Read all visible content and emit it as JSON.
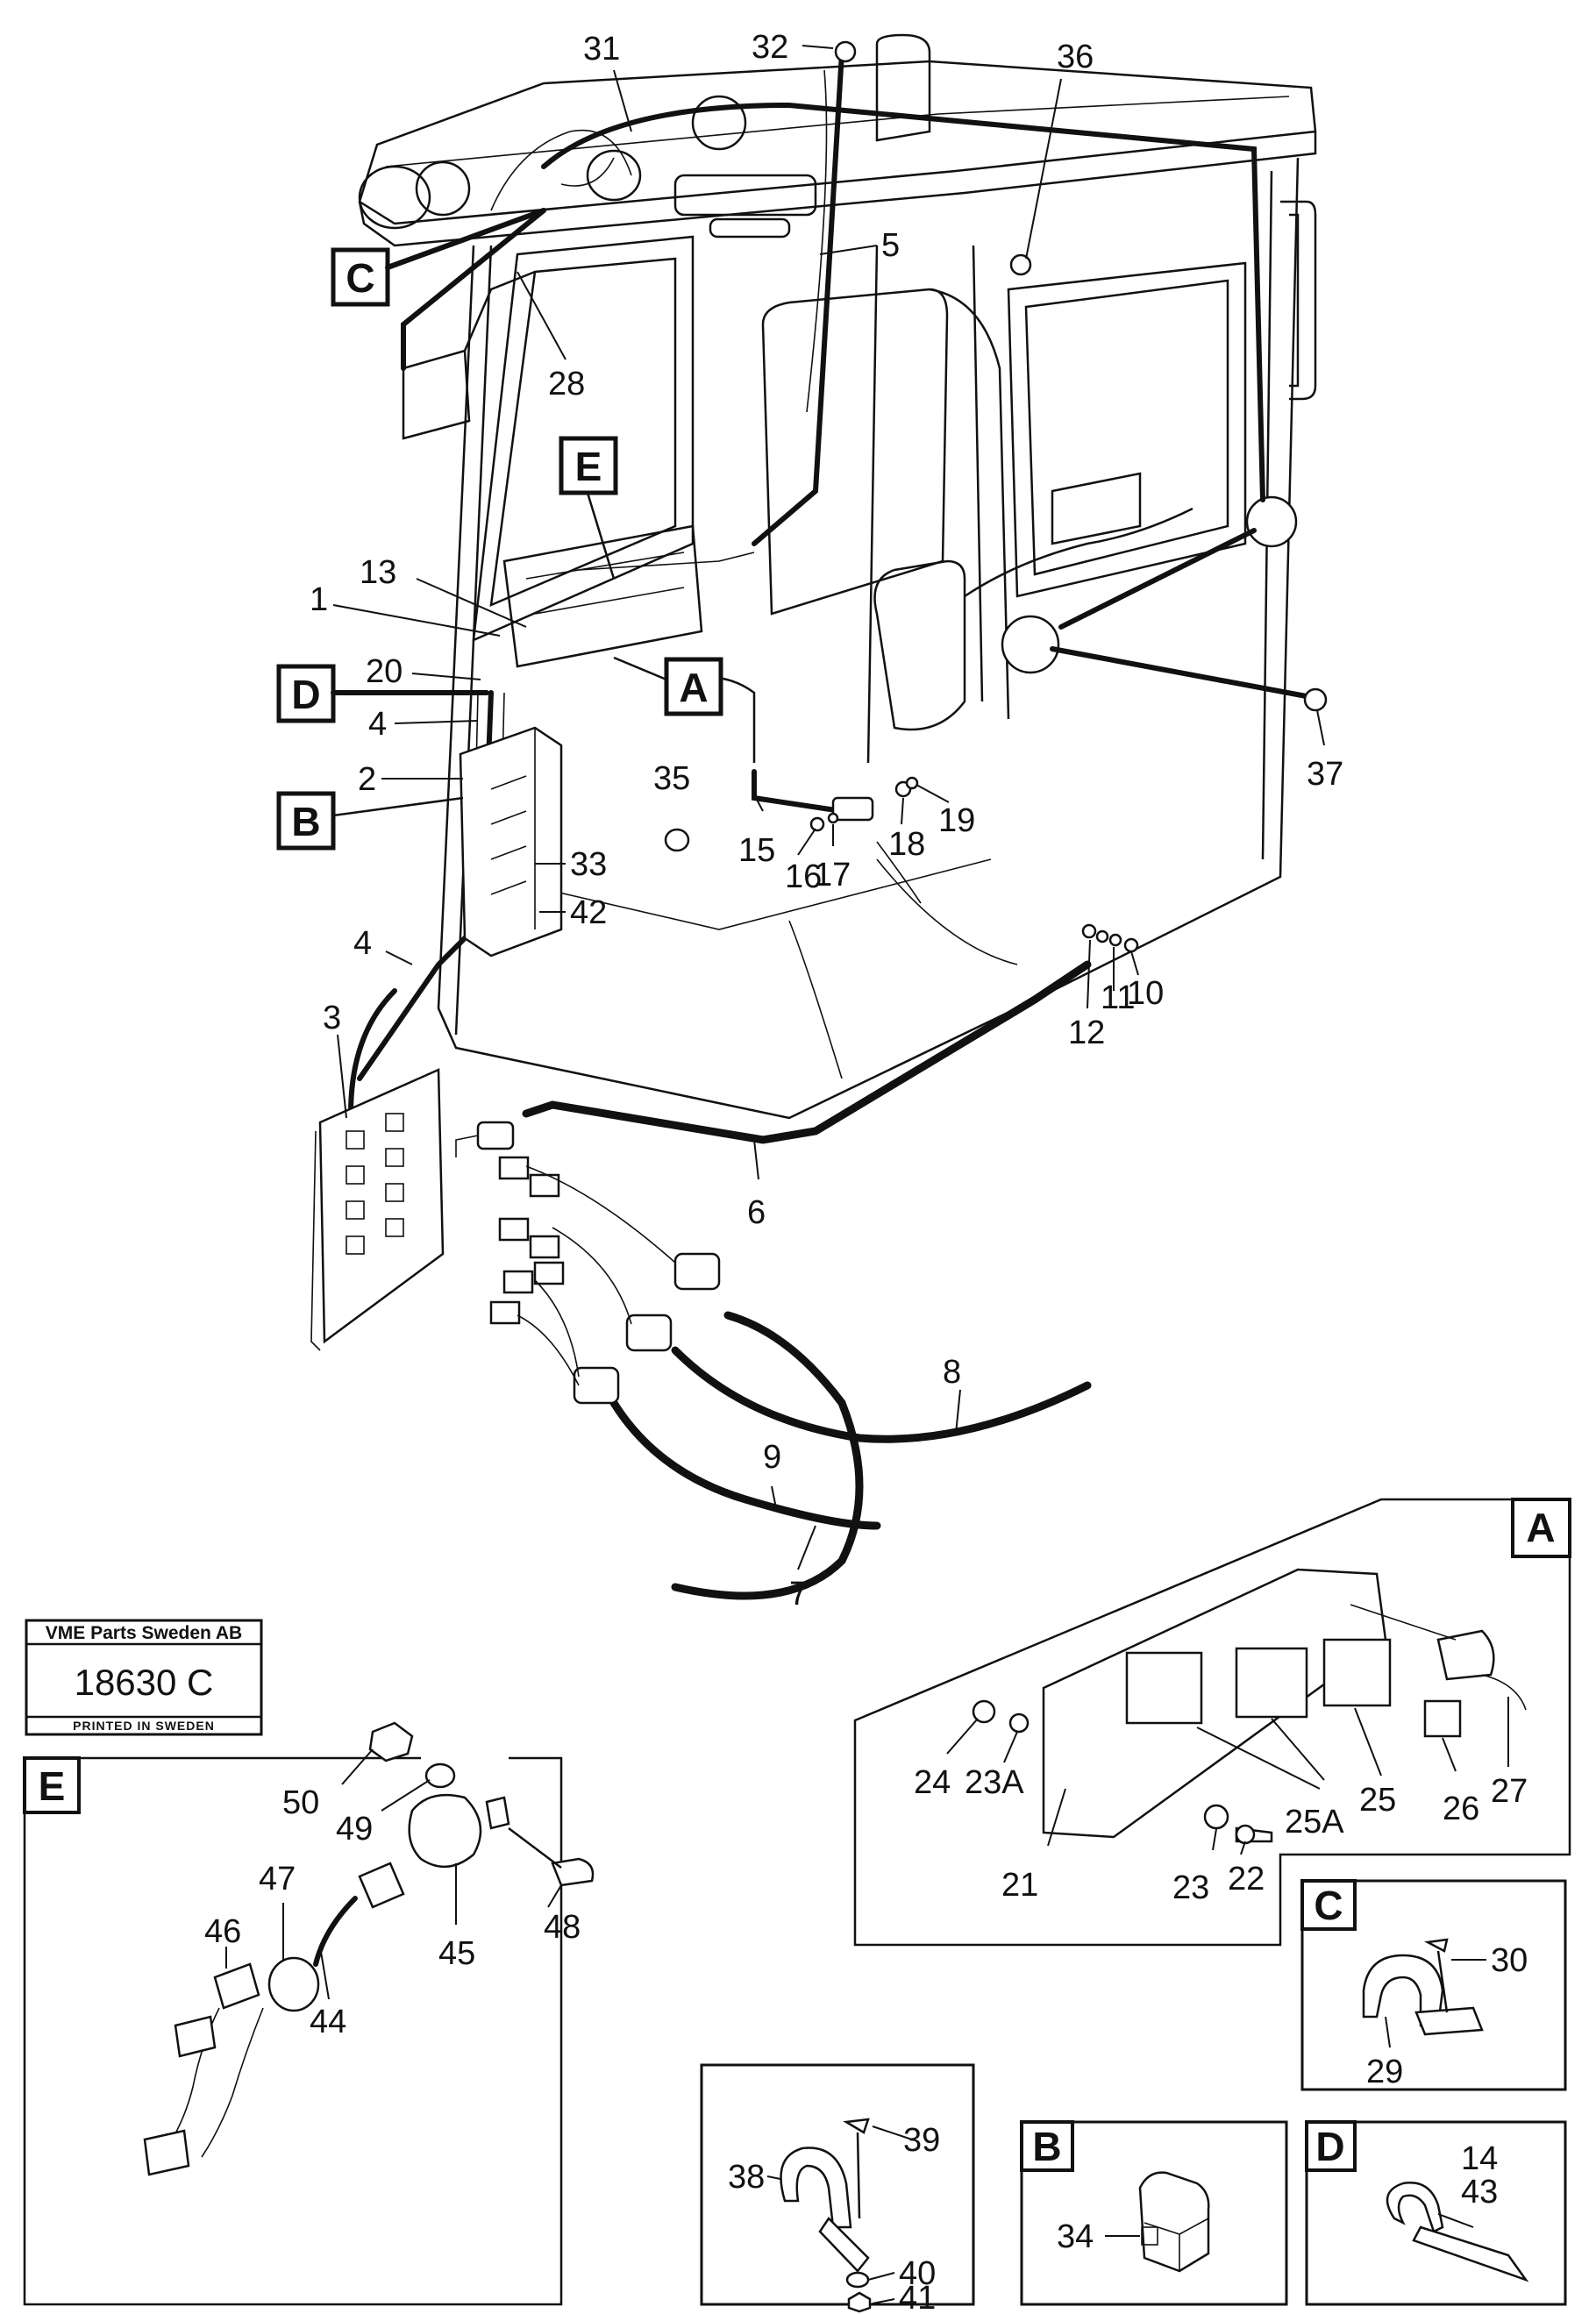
{
  "stamp": {
    "company": "VME Parts Sweden AB",
    "number": "18630 C",
    "printed": "PRINTED IN SWEDEN"
  },
  "callouts": {
    "A": "A",
    "B": "B",
    "C": "C",
    "D": "D",
    "E": "E"
  },
  "panels": {
    "A": "A",
    "B": "B",
    "C": "C",
    "D": "D",
    "E": "E"
  },
  "labels": {
    "p1": "1",
    "p2": "2",
    "p3": "3",
    "p4a": "4",
    "p4b": "4",
    "p5": "5",
    "p6": "6",
    "p7": "7",
    "p8": "8",
    "p9": "9",
    "p10": "10",
    "p11": "11",
    "p12": "12",
    "p13": "13",
    "p14": "14",
    "p15": "15",
    "p16": "16",
    "p17": "17",
    "p18": "18",
    "p19": "19",
    "p20": "20",
    "p21": "21",
    "p22": "22",
    "p23": "23",
    "p23A": "23A",
    "p24": "24",
    "p25": "25",
    "p25A": "25A",
    "p26": "26",
    "p27": "27",
    "p28": "28",
    "p29": "29",
    "p30": "30",
    "p31": "31",
    "p32": "32",
    "p33": "33",
    "p34": "34",
    "p35": "35",
    "p36": "36",
    "p37": "37",
    "p38": "38",
    "p39": "39",
    "p40": "40",
    "p41": "41",
    "p42": "42",
    "p43": "43",
    "p44": "44",
    "p45": "45",
    "p46": "46",
    "p47": "47",
    "p48": "48",
    "p49": "49",
    "p50": "50"
  }
}
